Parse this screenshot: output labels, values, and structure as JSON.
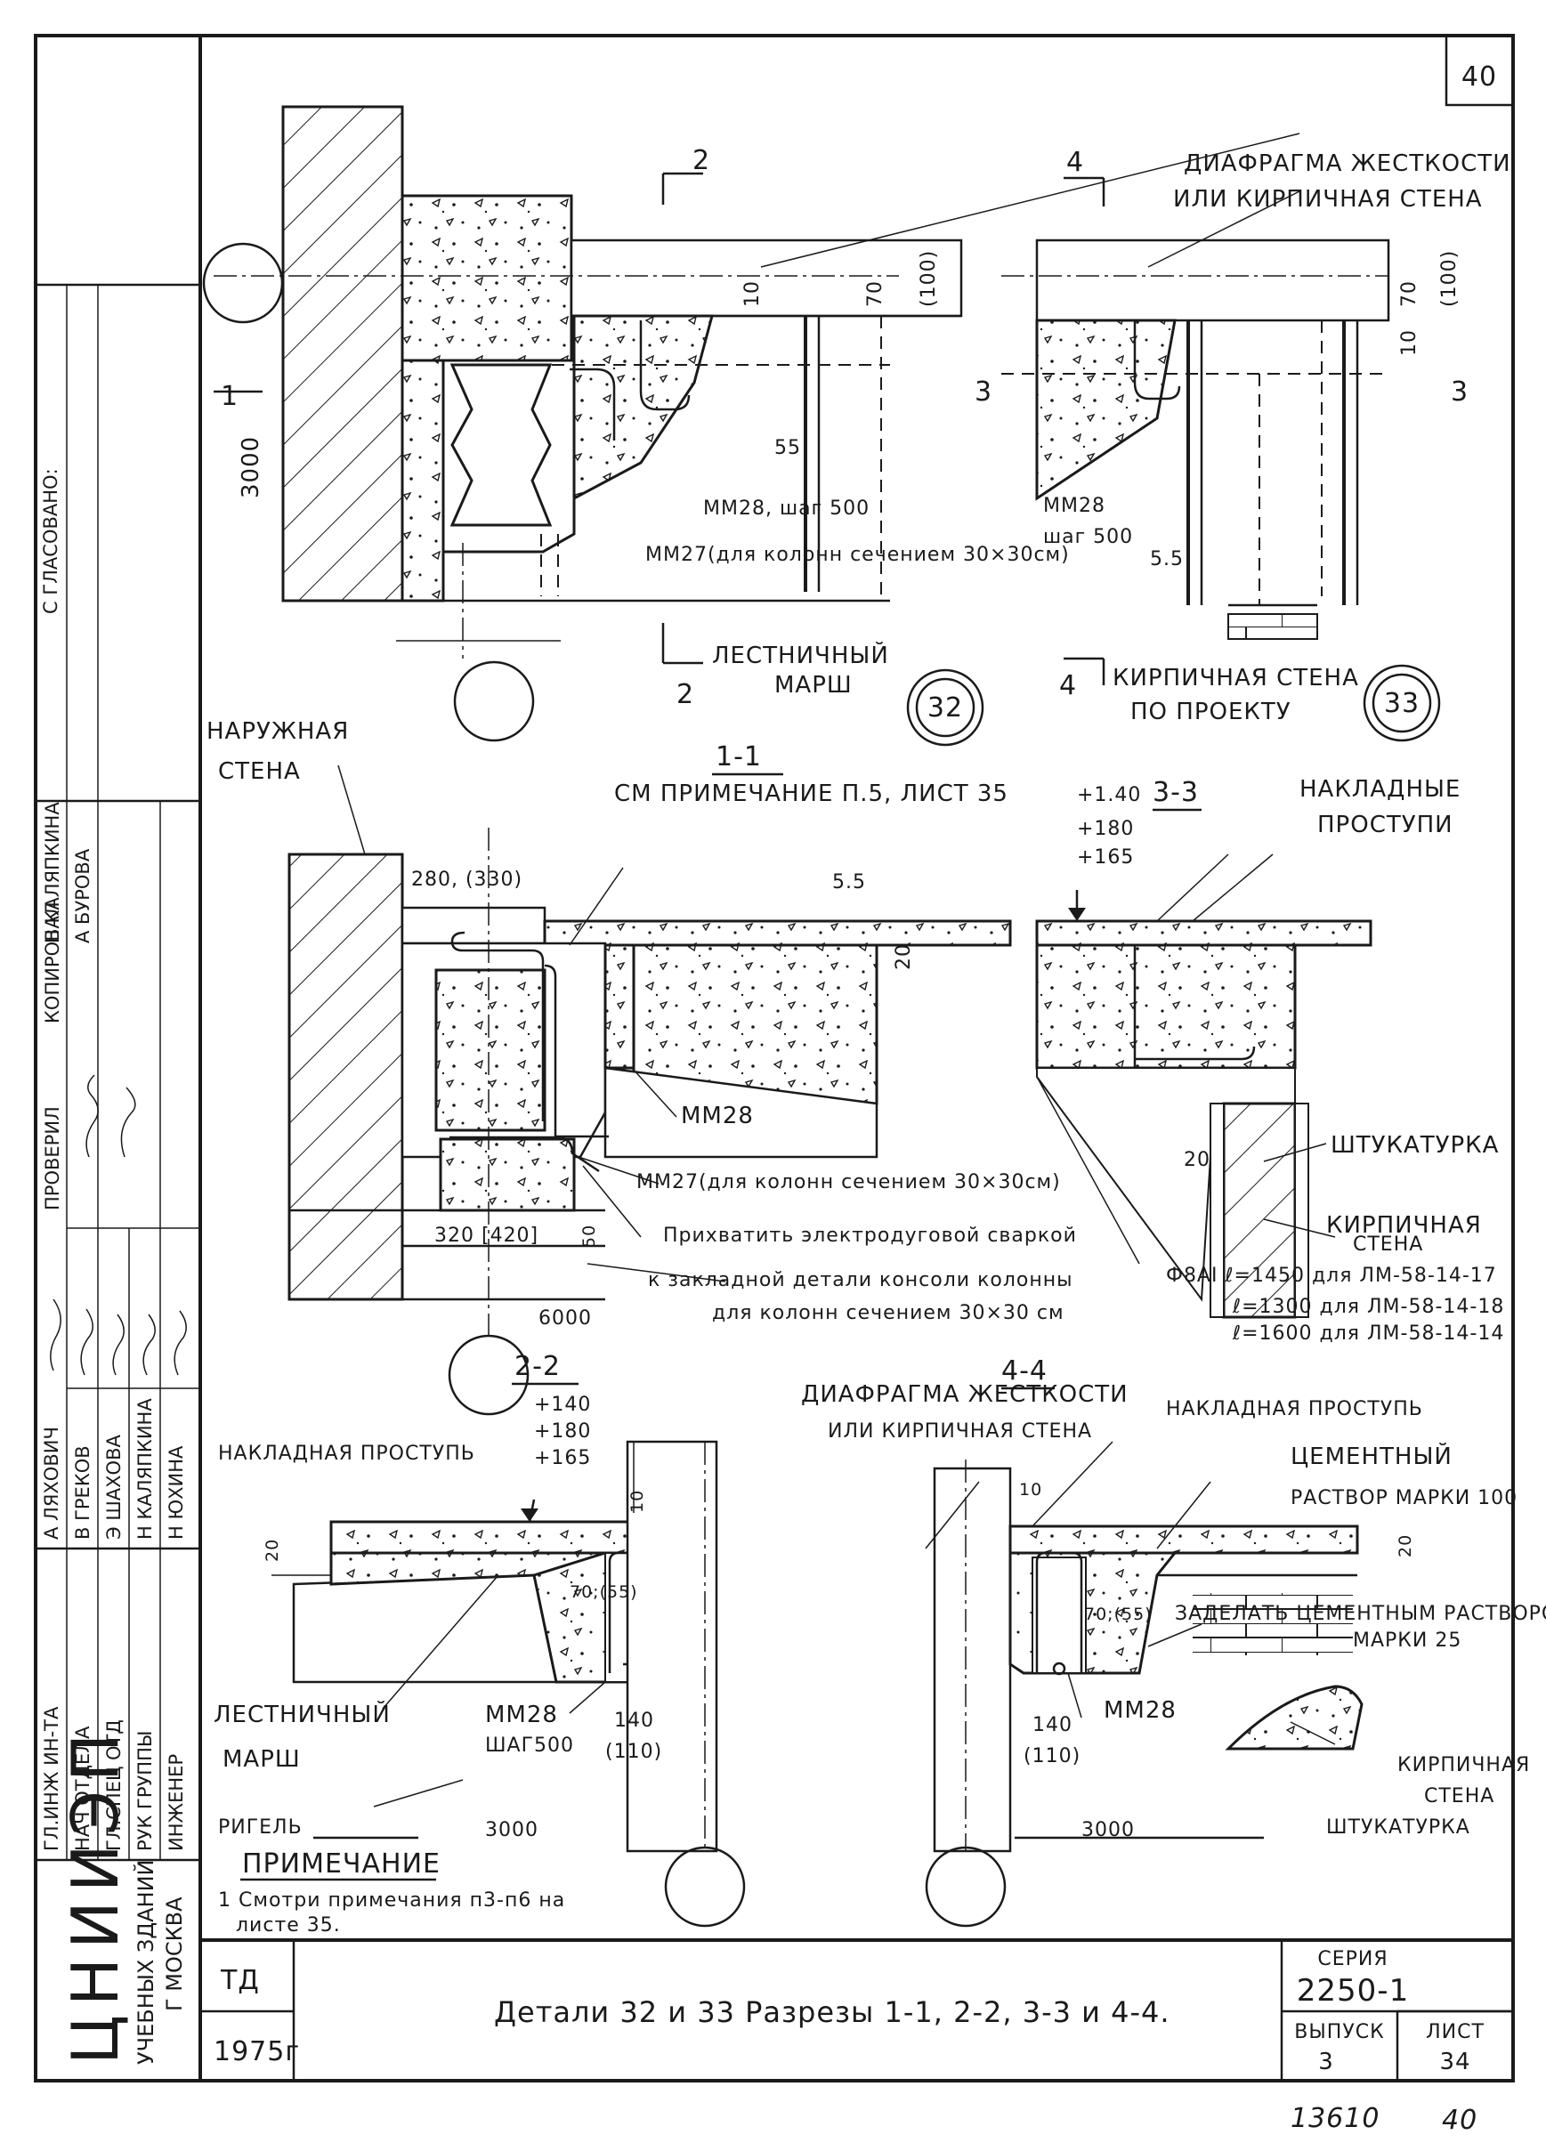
{
  "sheet_number": "40",
  "stamp_number": "13610",
  "stamp_page": "40",
  "side_panel": {
    "agreed": "С ГЛАСОВАНО:",
    "org_logo": "ЦНИИЭП",
    "org_line1": "УЧЕБНЫХ ЗДАНИЙ",
    "org_line2": "Г МОСКВА",
    "rows": [
      {
        "role": "ГЛ.ИНЖ ИН-ТА",
        "name": "А ЛЯХОВИЧ"
      },
      {
        "role": "НАЧ ОТДЕЛА",
        "name": "В ГРЕКОВ"
      },
      {
        "role": "ГЛ.СПЕЦ ОТД",
        "name": "Э ШАХОВА"
      },
      {
        "role": "РУК ГРУППЫ",
        "name": "Н КАЛЯПКИНА"
      },
      {
        "role": "ИНЖЕНЕР",
        "name": "Н ЮХИНА"
      }
    ],
    "checked_role": "ПРОВЕРИЛ",
    "checked_name": "Н КАЛЯПКИНА",
    "copied_role": "КОПИРОВАЛ",
    "copied_name": "А БУРОВА"
  },
  "title_block": {
    "code": "ТД",
    "year": "1975г",
    "title": "Детали 32 и 33  Разрезы 1-1, 2-2, 3-3 и 4-4.",
    "series_label": "СЕРИЯ",
    "series_value": "2250-1",
    "issue_label": "ВЫПУСК",
    "issue_value": "3",
    "sheet_label": "ЛИСТ",
    "sheet_value": "34"
  },
  "detail32": {
    "marker": "32",
    "cut2": "2",
    "cut1": "1",
    "height": "3000",
    "dim_10": "10",
    "dim_70": "70",
    "dim_100": "(100)",
    "dim_55": "55",
    "mm28": "ММ28, шаг 500",
    "mm27": "ММ27(для колонн сечением 30×30см)",
    "stair": "ЛЕСТНИЧНЫЙ",
    "stair2": "МАРШ"
  },
  "detail33": {
    "marker": "33",
    "cut4": "4",
    "cut3": "3",
    "diaphragm": "ДИАФРАГМА ЖЕСТКОСТИ",
    "diaphragm2": "ИЛИ КИРПИЧНАЯ СТЕНА",
    "dim_70": "70",
    "dim_100": "(100)",
    "dim_10": "10",
    "mm28": "ММ28",
    "mm28_step": "шаг 500",
    "dim_55": "5.5",
    "brick": "КИРПИЧНАЯ СТЕНА",
    "brick2": "ПО ПРОЕКТУ"
  },
  "section11": {
    "title": "1-1",
    "outer_wall": "НАРУЖНАЯ",
    "outer_wall2": "СТЕНА",
    "note": "СМ ПРИМЕЧАНИЕ П.5, ЛИСТ 35",
    "dim_280": "280, (330)",
    "dim_55": "5.5",
    "dim_20": "20",
    "mm28": "ММ28",
    "mm27": "ММ27(для колонн сечением 30×30см)",
    "weld1": "Прихватить электродуговой сваркой",
    "weld2": "к закладной детали консоли колонны",
    "weld3": "для колонн сечением 30×30 см",
    "dim_320": "320  [420]",
    "dim_50": "50",
    "dim_6000": "6000"
  },
  "section33": {
    "title": "3-3",
    "lvl1": "+1.40",
    "lvl2": "+180",
    "lvl3": "+165",
    "treads": "НАКЛАДНЫЕ",
    "treads2": "ПРОСТУПИ",
    "plaster": "ШТУКАТУРКА",
    "dim_20": "20",
    "brick": "КИРПИЧНАЯ",
    "brick2": "СТЕНА",
    "rebar1": "Ф8АI ℓ=1450 для ЛМ-58-14-17",
    "rebar2": "ℓ=1300 для ЛМ-58-14-18",
    "rebar3": "ℓ=1600 для ЛМ-58-14-14"
  },
  "section22": {
    "title": "2-2",
    "lvl1": "+140",
    "lvl2": "+180",
    "lvl3": "+165",
    "tread": "НАКЛАДНАЯ ПРОСТУПЬ",
    "dim_10": "10",
    "dim_20": "20",
    "dim_70": "70;(55)",
    "stair": "ЛЕСТНИЧНЫЙ",
    "stair2": "МАРШ",
    "mm28": "ММ28",
    "mm28_step": "ШАГ500",
    "dim_140": "140",
    "dim_110": "(110)",
    "beam": "РИГЕЛЬ",
    "dim_3000": "3000"
  },
  "section44": {
    "title": "4-4",
    "diaphragm": "ДИАФРАГМА ЖЕСТКОСТИ",
    "diaphragm2": "ИЛИ КИРПИЧНАЯ СТЕНА",
    "tread": "НАКЛАДНАЯ ПРОСТУПЬ",
    "mortar": "ЦЕМЕНТНЫЙ",
    "mortar2": "РАСТВОР МАРКИ 100",
    "dim_10": "10",
    "dim_20": "20",
    "dim_70": "70;(55)",
    "seal": "ЗАДЕЛАТЬ ЦЕМЕНТНЫМ РАСТВОРОМ",
    "seal2": "МАРКИ 25",
    "dim_140": "140",
    "dim_110": "(110)",
    "mm28": "ММ28",
    "brick": "КИРПИЧНАЯ",
    "brick2": "СТЕНА",
    "plaster": "ШТУКАТУРКА",
    "dim_3000": "3000"
  },
  "notes": {
    "heading": "ПРИМЕЧАНИЕ",
    "line1": "1 Смотри примечания п3-п6 на",
    "line2": "листе 35."
  }
}
